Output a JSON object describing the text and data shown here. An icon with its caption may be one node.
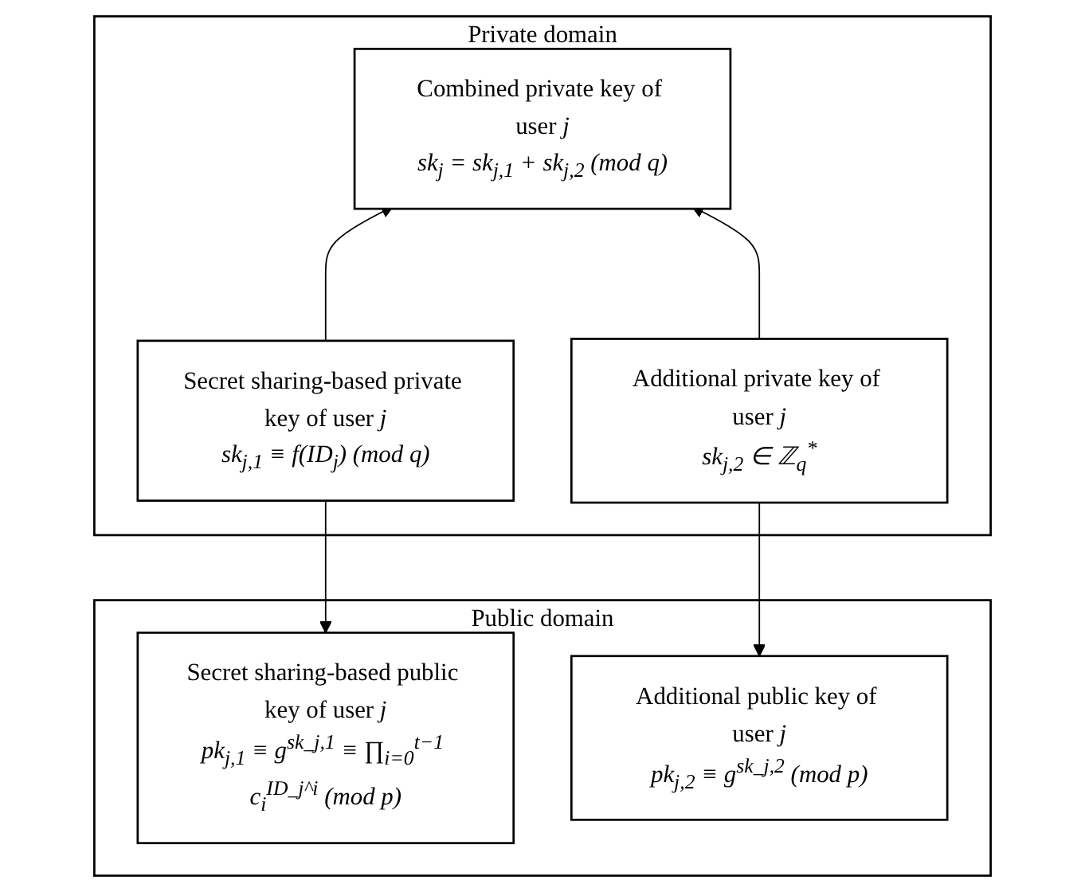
{
  "diagram": {
    "nodes": [
      {
        "text": [
          "Private domain"
        ]
      },
      {
        "text": [
          "Combined private key of user *j*",
          "sk$_{j}$ = sk$_{j,1}$ + sk$_{j,2}$ (mod q)"
        ],
        "in": 0
      },
      {
        "text": [
          "Secret sharing-based private key of user *j*",
          "sk$_{j,1}$ ≡ f(ID$_{j}$) (mod q)"
        ],
        "in": 0
      },
      {
        "text": [
          "Additional private key of user *j*",
          "sk$_{j,2}$ ∈ ℤ$_{q}$$^{*}$"
        ],
        "in": 0
      },
      {
        "text": [
          "Public domain"
        ]
      },
      {
        "text": [
          "Secret sharing-based public key of user *j*",
          "pk$_{j,1}$ ≡ g$^{sk_j,1}$ ≡ ∏$_{i=0}$$^{t−1}$ c$_{i}$$^{ID_j^i}$ (mod p)"
        ],
        "in": 4
      },
      {
        "text": [
          "Additional public key of user *j*",
          "pk$_{j,2}$ ≡ g$^{sk_j,2}$ (mod p)"
        ],
        "in": 4
      }
    ],
    "edges": [
      {
        "from": 2,
        "to": 1,
        "arrow": "to"
      },
      {
        "from": 3,
        "to": 1,
        "arrow": "to"
      },
      {
        "from": 2,
        "to": 5,
        "arrow": "to"
      },
      {
        "from": 3,
        "to": 6,
        "arrow": "to"
      }
    ]
  }
}
